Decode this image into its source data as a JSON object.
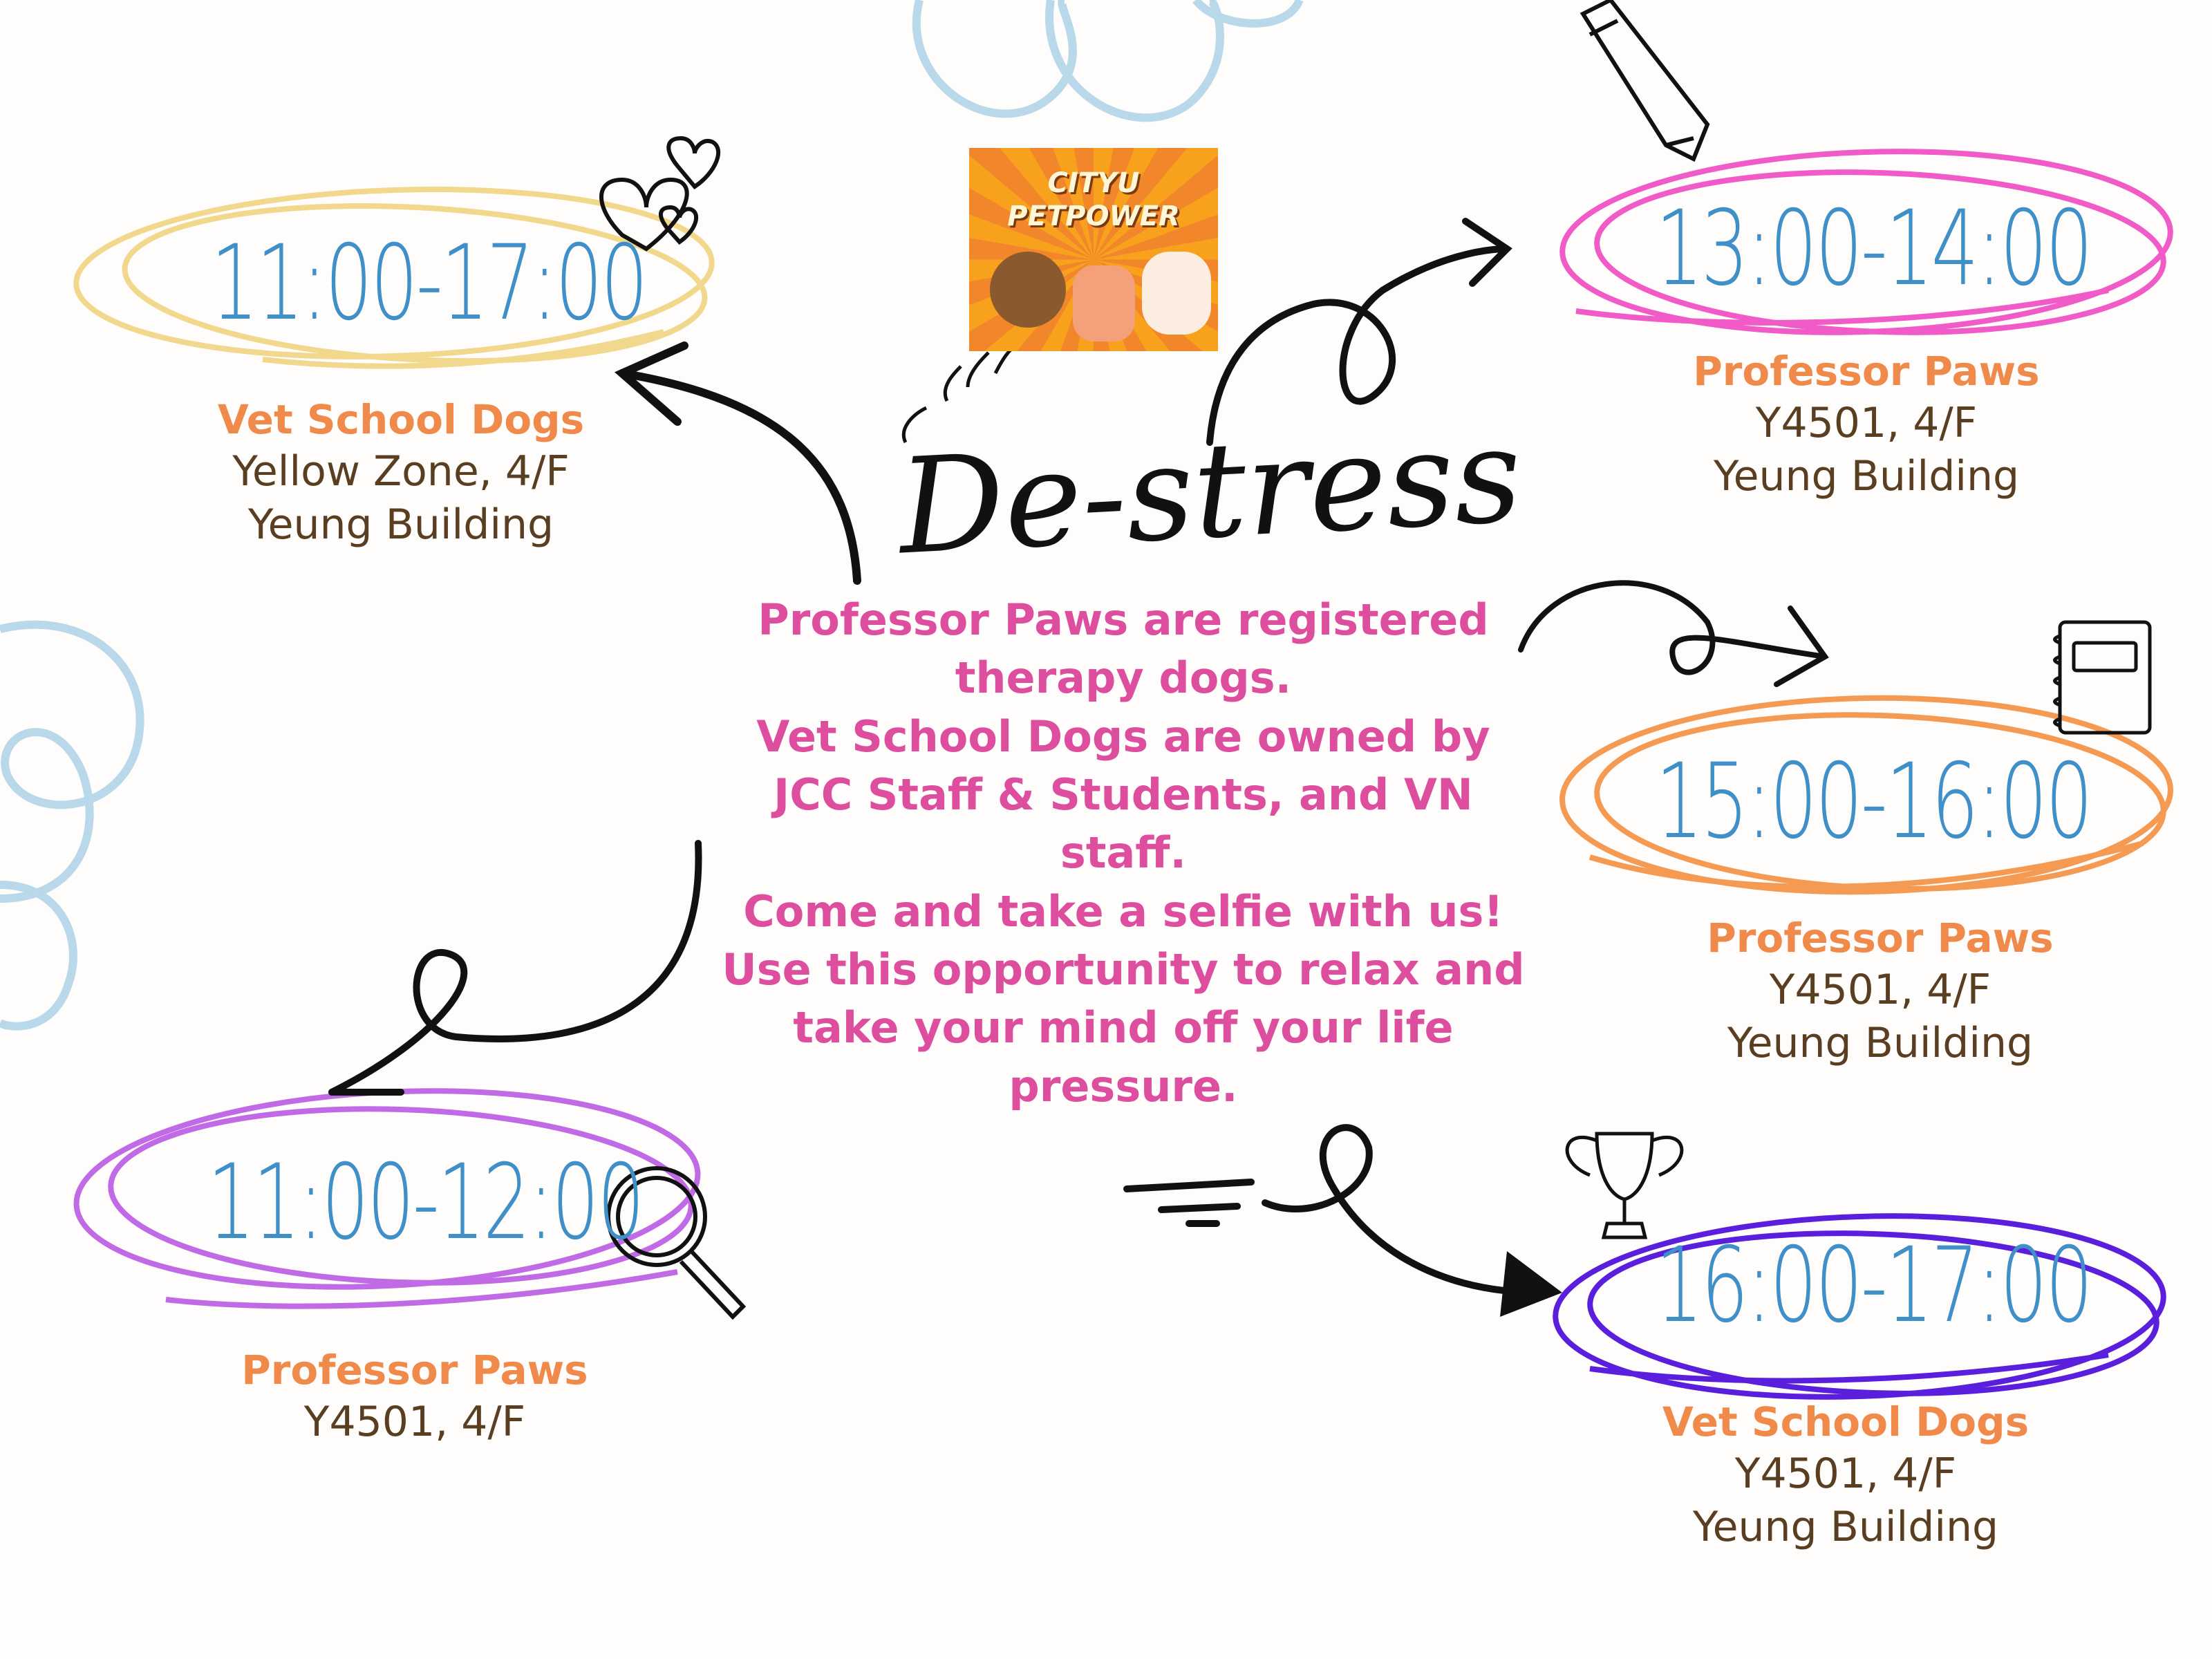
{
  "slots": [
    {
      "time": "11:00-17:00",
      "who": "Vet School Dogs",
      "place": "Yellow Zone, 4/F",
      "building": "Yeung Building"
    },
    {
      "time": "13:00-14:00",
      "who": "Professor Paws",
      "place": "Y4501, 4/F",
      "building": "Yeung Building"
    },
    {
      "time": "15:00-16:00",
      "who": "Professor Paws",
      "place": "Y4501, 4/F",
      "building": "Yeung Building"
    },
    {
      "time": "11:00-12:00",
      "who": "Professor Paws",
      "place": "Y4501, 4/F"
    },
    {
      "time": "16:00-17:00",
      "who": "Vet School Dogs",
      "place": "Y4501, 4/F",
      "building": "Yeung Building"
    }
  ],
  "headline": "De-stress",
  "description_lines": [
    "Professor Paws are registered",
    "therapy dogs.",
    "Vet School Dogs are owned by",
    "JCC Staff & Students, and VN",
    "staff.",
    "Come and take a selfie with us!",
    "Use this opportunity to relax and",
    "take your mind off your life",
    "pressure."
  ],
  "logo": {
    "line1": "CITYU",
    "line2": "PETPOWER"
  },
  "colors": {
    "time_text": "#3f8fc9",
    "who_text": "#f08a4b",
    "where_text": "#5a3e22",
    "description_text": "#dd4f9e",
    "ring_yellow": "#f2d88c",
    "ring_pink": "#f05bc8",
    "ring_orange": "#f59a52",
    "ring_purple": "#c06ae6",
    "ring_indigo": "#5a1fdc",
    "swirl_blue": "#b9d8ea"
  },
  "icons": [
    "hearts-icon",
    "pencil-icon",
    "notebook-icon",
    "magnifier-icon",
    "trophy-icon",
    "paw-icon",
    "fist-icon"
  ]
}
